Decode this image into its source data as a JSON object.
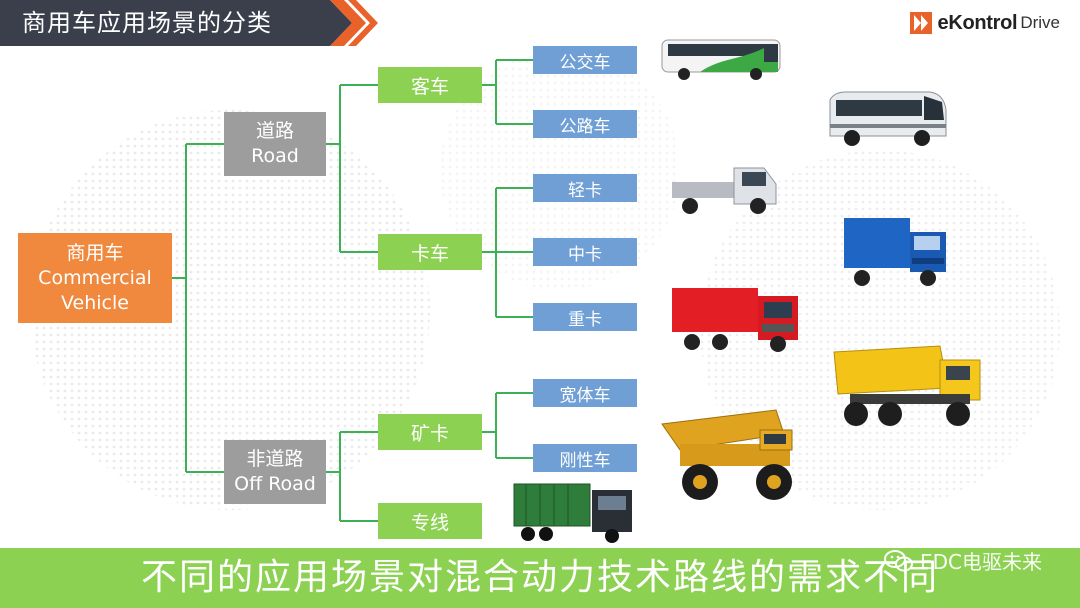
{
  "header": {
    "title": "商用车应用场景的分类",
    "logo": {
      "main": "eKontrol",
      "sub": "Drive"
    }
  },
  "tree": {
    "root": {
      "line1": "商用车",
      "line2": "Commercial",
      "line3": "Vehicle"
    },
    "road": {
      "cn": "道路",
      "en": "Road"
    },
    "offroad": {
      "cn": "非道路",
      "en": "Off Road"
    },
    "passenger": "客车",
    "truck": "卡车",
    "mining": "矿卡",
    "special": "专线",
    "city_bus": "公交车",
    "coach": "公路车",
    "light_truck": "轻卡",
    "medium_truck": "中卡",
    "heavy_truck": "重卡",
    "wide_body": "宽体车",
    "rigid": "刚性车"
  },
  "footer": {
    "text": "不同的应用场景对混合动力技术路线的需求不同",
    "watermark": "EDC电驱未来"
  },
  "colors": {
    "root": "#f0883e",
    "level1": "#9d9d9d",
    "level2": "#8cd151",
    "level3": "#6f9fd4",
    "connector": "#3cb054",
    "header_bg": "#3a3f4b",
    "accent": "#e8622a"
  }
}
